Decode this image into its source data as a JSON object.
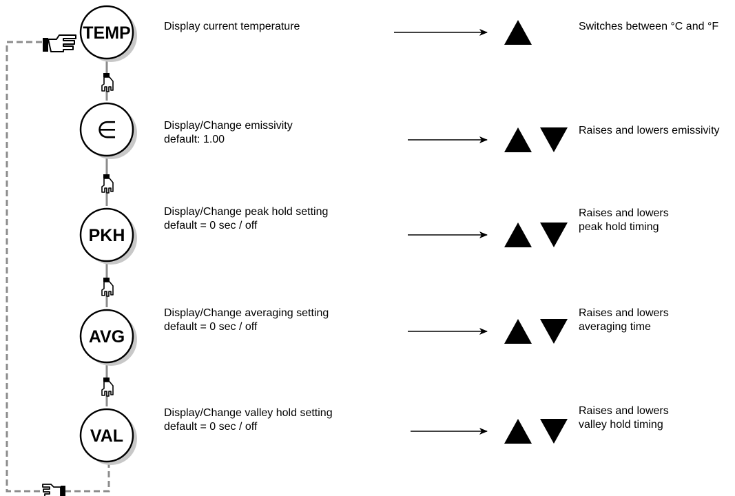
{
  "steps": [
    {
      "button": "TEMP",
      "description": [
        "Display current temperature"
      ],
      "keys": [
        "up"
      ],
      "result": [
        "Switches between °C and °F"
      ]
    },
    {
      "button": "∈",
      "description": [
        "Display/Change emissivity",
        "default: 1.00"
      ],
      "keys": [
        "up",
        "down"
      ],
      "result": [
        "Raises and lowers emissivity"
      ]
    },
    {
      "button": "PKH",
      "description": [
        "Display/Change peak hold setting",
        "default = 0 sec / off"
      ],
      "keys": [
        "up",
        "down"
      ],
      "result": [
        "Raises and lowers",
        "peak hold timing"
      ]
    },
    {
      "button": "AVG",
      "description": [
        "Display/Change averaging setting",
        "default = 0 sec / off"
      ],
      "keys": [
        "up",
        "down"
      ],
      "result": [
        "Raises and lowers",
        "averaging time"
      ]
    },
    {
      "button": "VAL",
      "description": [
        "Display/Change valley hold setting",
        "default = 0 sec / off"
      ],
      "keys": [
        "up",
        "down"
      ],
      "result": [
        "Raises and lowers",
        "valley hold timing"
      ]
    }
  ],
  "icons": {
    "pointer": "pointing-hand-icon",
    "up": "up-triangle-icon",
    "down": "down-triangle-icon"
  },
  "colors": {
    "ink": "#000000",
    "shadow": "#c8c8c8",
    "loop_line": "#8c8c8c"
  }
}
